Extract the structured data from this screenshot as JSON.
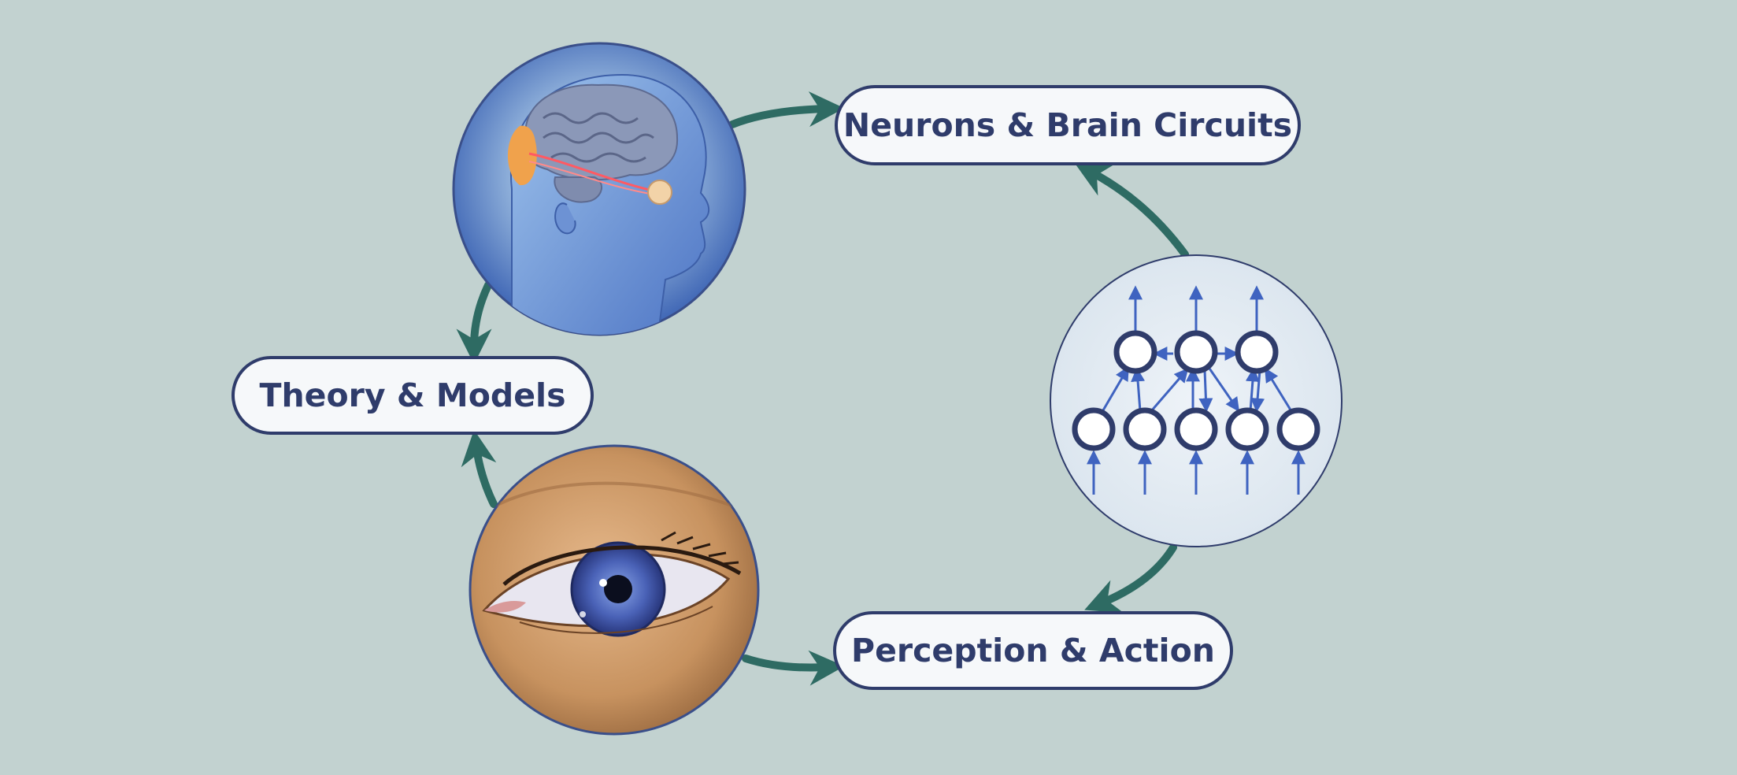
{
  "labels": {
    "neurons": "Neurons & Brain Circuits",
    "theory": "Theory & Models",
    "perception": "Perception & Action"
  },
  "colors": {
    "background": "#c2d2d0",
    "arrow": "#2e6b63",
    "label_border": "#2f3c6b",
    "label_text": "#2f3c6b",
    "label_fill": "#f6f8fa",
    "network_node": "#2f3c6b",
    "network_edge": "#3f63c0"
  },
  "icons": {
    "head": "human-head-brain-icon",
    "network": "neural-network-icon",
    "eye": "human-eye-icon"
  }
}
